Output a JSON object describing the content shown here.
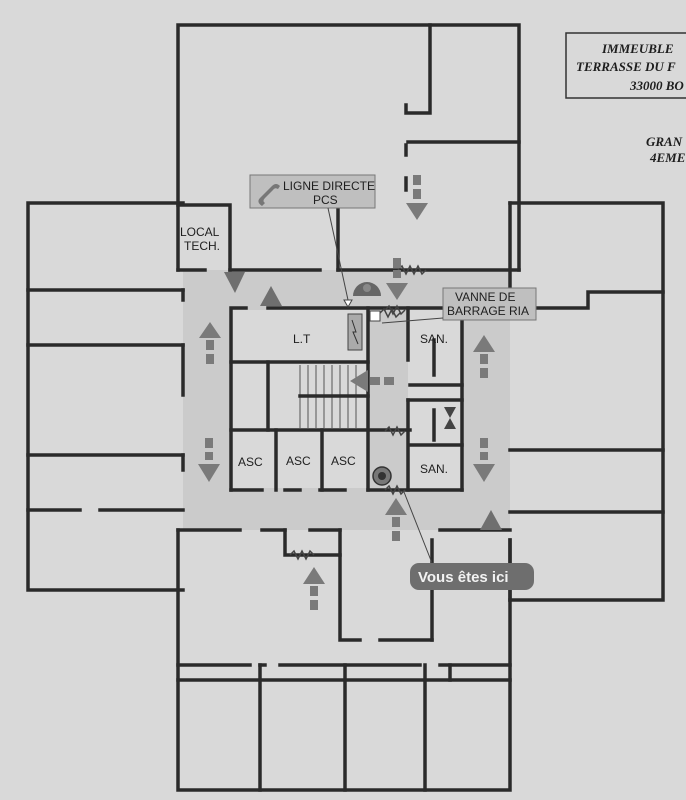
{
  "title_block": {
    "line1": "IMMEUBLE",
    "line2": "TERRASSE DU F",
    "line3": "33000 BO"
  },
  "floor_info": {
    "line1": "GRAN",
    "line2": "4EME"
  },
  "rooms": {
    "local_tech_line1": "LOCAL",
    "local_tech_line2": "TECH.",
    "lt": "L.T",
    "san_top": "SAN.",
    "san_bottom": "SAN.",
    "asc1": "ASC",
    "asc2": "ASC",
    "asc3": "ASC"
  },
  "callouts": {
    "ligne_directe_line1": "LIGNE DIRECTE",
    "ligne_directe_line2": "PCS",
    "vanne_line1": "VANNE DE",
    "vanne_line2": "BARRAGE RIA",
    "you_are_here": "Vous êtes ici"
  },
  "colors": {
    "background": "#d9d9d9",
    "corridor": "#cbcbcb",
    "walls": "#2a2a2a",
    "symbols": "#7a7a7a",
    "you_are_here_bg": "#6e6e6e"
  }
}
